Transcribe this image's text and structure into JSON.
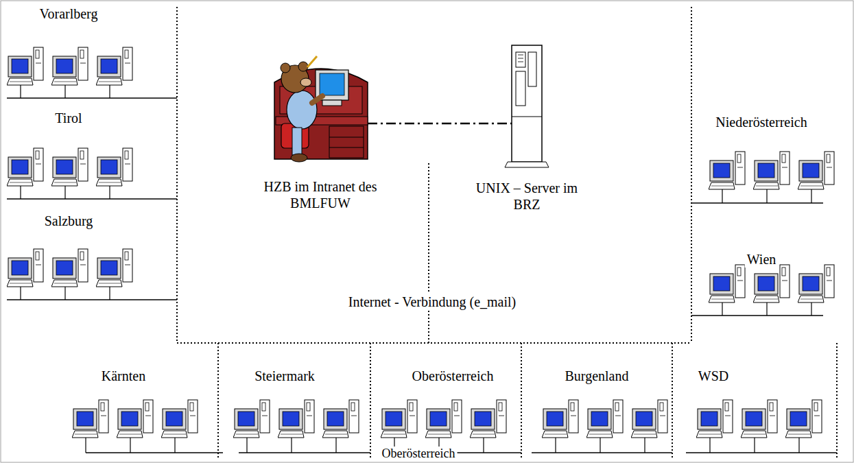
{
  "diagram": {
    "nodes": [
      {
        "text": [
          "HZB im Intranet des BMLFUW"
        ]
      },
      {
        "text": [
          "UNIX – Server im BRZ"
        ]
      }
    ],
    "edges": [
      {
        "from": 0,
        "to": 1,
        "arrow": "none"
      }
    ],
    "labels": [
      "Vorarlberg",
      "Tirol",
      "Salzburg",
      "Niederösterreich",
      "Wien",
      "Internet - Verbindung (e_mail)",
      "Kärnten",
      "Steiermark",
      "Oberösterreich",
      "Burgenland",
      "WSD",
      "Oberösterreich"
    ]
  }
}
